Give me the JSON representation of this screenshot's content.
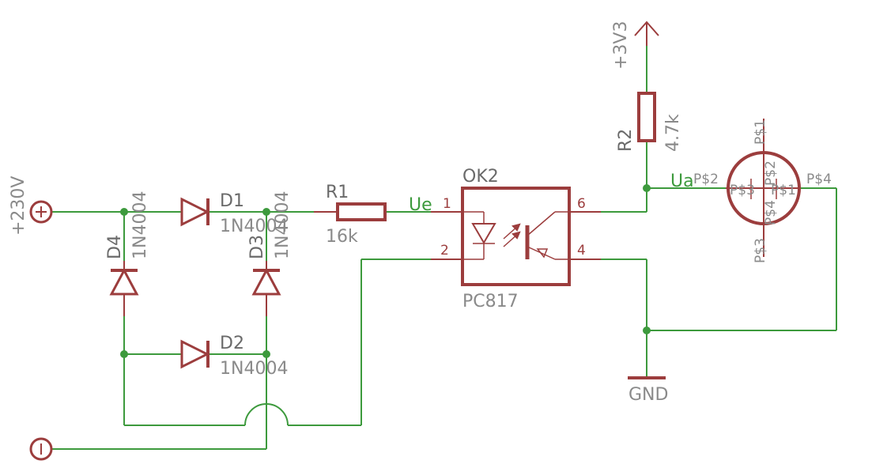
{
  "supply": {
    "pos": "+230V",
    "vcc": "+3V3",
    "gnd": "GND"
  },
  "diodes": {
    "d1": {
      "name": "D1",
      "value": "1N4004"
    },
    "d2": {
      "name": "D2",
      "value": "1N4004"
    },
    "d3": {
      "name": "D3",
      "value": "1N4004"
    },
    "d4": {
      "name": "D4",
      "value": "1N4004"
    }
  },
  "resistors": {
    "r1": {
      "name": "R1",
      "value": "16k"
    },
    "r2": {
      "name": "R2",
      "value": "4.7k"
    }
  },
  "optocoupler": {
    "name": "OK2",
    "value": "PC817",
    "pins": {
      "p1": "1",
      "p2": "2",
      "p4": "4",
      "p6": "6"
    }
  },
  "nets": {
    "ue": "Ue",
    "ua": "Ua"
  },
  "connector": {
    "p1_top": "P$1",
    "p2_left": "P$2",
    "p4_right": "P$4",
    "p3_bottom": "P$3",
    "inner_p3": "P$3",
    "inner_p1": "P$1",
    "inner_p2": "P$2",
    "inner_p4": "P$4"
  },
  "colors": {
    "wire": "#3d9a3d",
    "part": "#9c3d3d",
    "label": "#8a8a8a"
  }
}
